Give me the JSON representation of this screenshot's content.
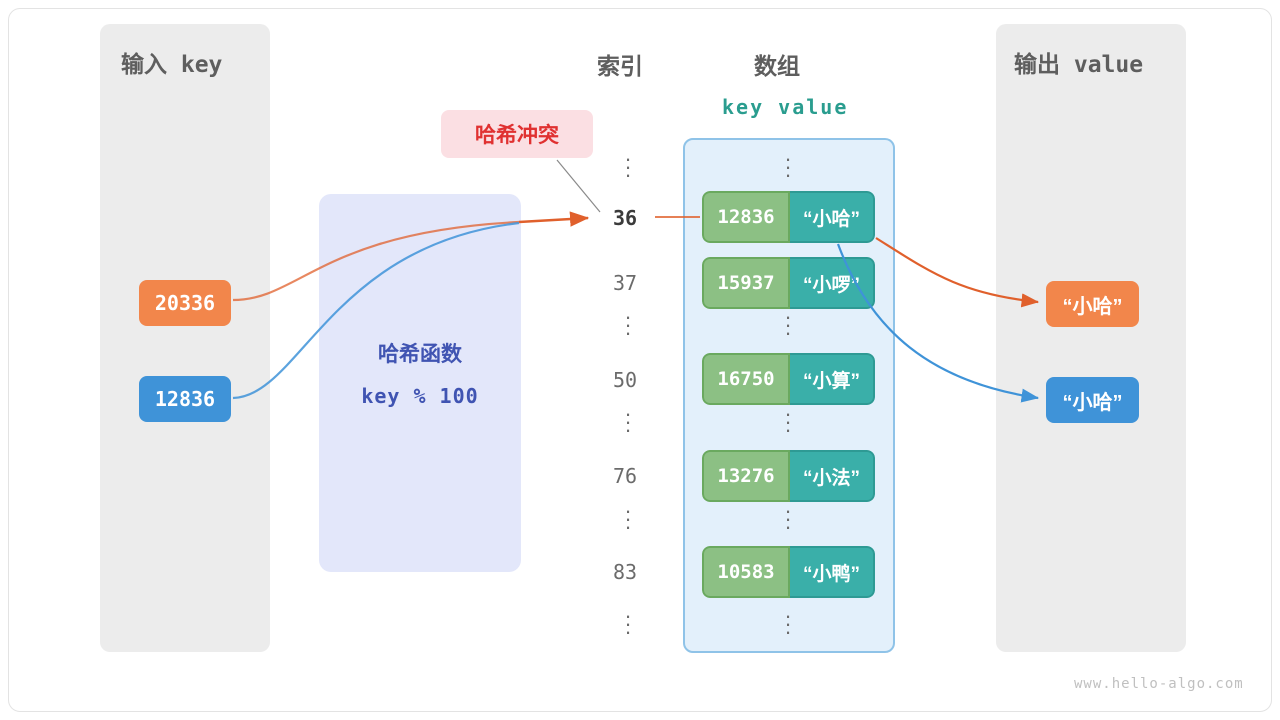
{
  "panels": {
    "input": {
      "title": "输入 key"
    },
    "output": {
      "title": "输出 value"
    }
  },
  "headings": {
    "index": "索引",
    "array": "数组",
    "kv": "key  value"
  },
  "hash_function": {
    "title": "哈希函数",
    "formula": "key % 100"
  },
  "callout": {
    "label": "哈希冲突"
  },
  "inputs": [
    {
      "label": "20336",
      "color": "#f2864b"
    },
    {
      "label": "12836",
      "color": "#3f93d8"
    }
  ],
  "outputs": [
    {
      "label": "“小哈”",
      "color": "#f2864b"
    },
    {
      "label": "“小哈”",
      "color": "#3f93d8"
    }
  ],
  "array_rows": [
    {
      "type": "dots"
    },
    {
      "type": "entry",
      "index": "36",
      "highlight": true,
      "key": "12836",
      "value": "“小哈”"
    },
    {
      "type": "entry",
      "index": "37",
      "highlight": false,
      "key": "15937",
      "value": "“小啰”"
    },
    {
      "type": "dots"
    },
    {
      "type": "entry",
      "index": "50",
      "highlight": false,
      "key": "16750",
      "value": "“小算”"
    },
    {
      "type": "dots"
    },
    {
      "type": "entry",
      "index": "76",
      "highlight": false,
      "key": "13276",
      "value": "“小法”"
    },
    {
      "type": "dots"
    },
    {
      "type": "entry",
      "index": "83",
      "highlight": false,
      "key": "10583",
      "value": "“小鸭”"
    },
    {
      "type": "dots"
    }
  ],
  "colors": {
    "key_chip": "#8cc084",
    "value_chip": "#3aafa9",
    "array_bg": "#e3f0fb",
    "hash_bg": "#e3e7fa",
    "panel_bg": "#ececec",
    "orange_arrow": "#e0602c",
    "blue_arrow": "#3f93d8",
    "callout_text": "#e03131"
  },
  "watermark": "www.hello-algo.com"
}
